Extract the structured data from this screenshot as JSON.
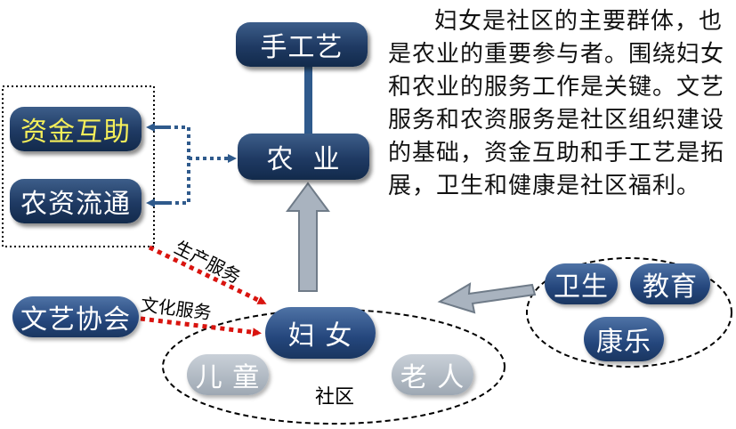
{
  "nodes": {
    "handicraft": "手工艺",
    "agriculture": "农  业",
    "mutual_fund": "资金互助",
    "input_circulation": "农资流通",
    "arts_assoc": "文艺协会",
    "women": "妇 女",
    "children": "儿 童",
    "elderly": "老 人",
    "health": "卫生",
    "education": "教育",
    "recreation": "康乐"
  },
  "labels": {
    "community": "社区",
    "production_service": "生产服务",
    "cultural_service": "文化服务"
  },
  "paragraph": "妇女是社区的主要群体，也是农业的重要参与者。围绕妇女和农业的服务工作是关键。文艺服务和农资服务是社区组织建设的基础，资金互助和手工艺是拓展，卫生和健康是社区福利。",
  "colors": {
    "navy_box": "#1f3a63",
    "yellow_text": "#f4ee5a",
    "steel_blue_line": "#2f5a8c",
    "red_dots": "#d9140f",
    "gray_arrow": "#a9b3bf"
  }
}
